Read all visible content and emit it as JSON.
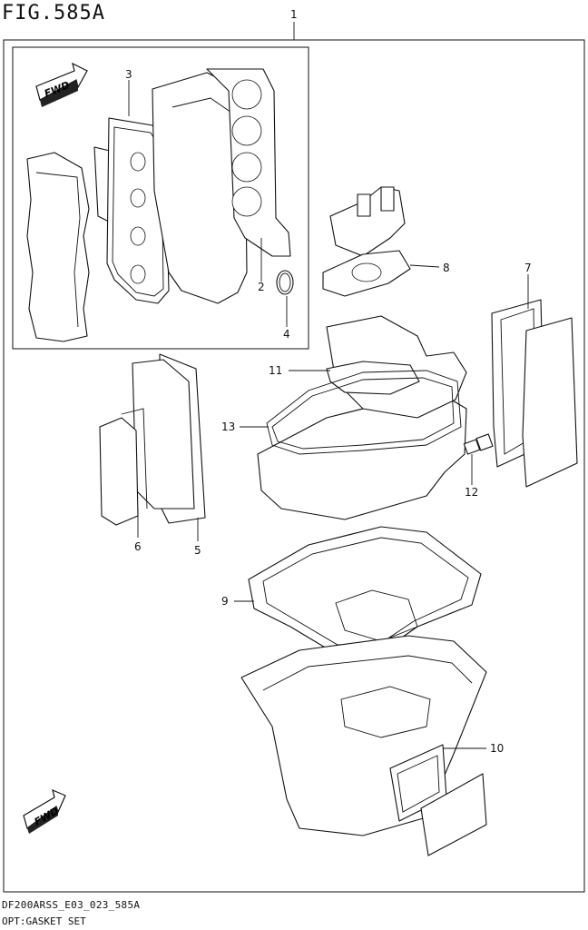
{
  "figure": {
    "title": "FIG.585A"
  },
  "footer": {
    "code": "DF200ARSS_E03_023_585A",
    "caption": "OPT:GASKET SET"
  },
  "fwd_badge": "FWD",
  "callouts": {
    "c1": "1",
    "c2": "2",
    "c3": "3",
    "c4": "4",
    "c5": "5",
    "c6": "6",
    "c7": "7",
    "c8": "8",
    "c9": "9",
    "c10": "10",
    "c11": "11",
    "c12": "12",
    "c13": "13"
  }
}
